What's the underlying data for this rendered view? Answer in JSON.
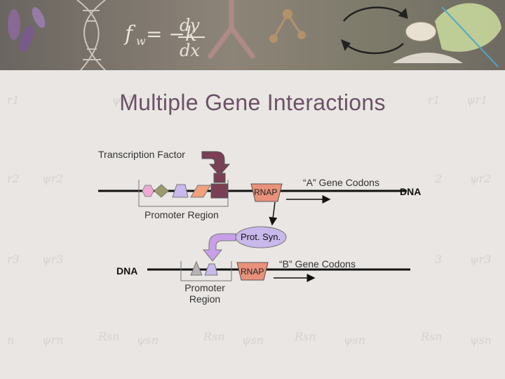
{
  "banner": {
    "equation_parts": [
      "f",
      "w",
      "= −k",
      "dv",
      "dx"
    ]
  },
  "title": "Multiple Gene Interactions",
  "diagram": {
    "transcription_factor_label": "Transcription Factor",
    "gene_a": {
      "codons_label": "“A” Gene Codons",
      "rnap_label": "RNAP",
      "dna_label": "DNA",
      "promoter_label": "Promoter Region"
    },
    "protein_synthesis_label": "Prot. Syn.",
    "gene_b": {
      "codons_label": "“B” Gene Codons",
      "rnap_label": "RNAP",
      "dna_label": "DNA",
      "promoter_label_line1": "Promoter",
      "promoter_label_line2": "Region"
    }
  },
  "colors": {
    "title": "#6b5266",
    "rnap": "#e9917a",
    "transcription_factor": "#7a3f55",
    "prot_syn": "#c9b8ec",
    "arrow_purple": "#c9a0e8",
    "hexagon_pink": "#f0a9d3",
    "diamond": "#9b9b6b",
    "trapezoid_lavender": "#c9b8ec",
    "parallelogram_salmon": "#f0a07c",
    "triangle_gray": "#b4b4b4"
  }
}
